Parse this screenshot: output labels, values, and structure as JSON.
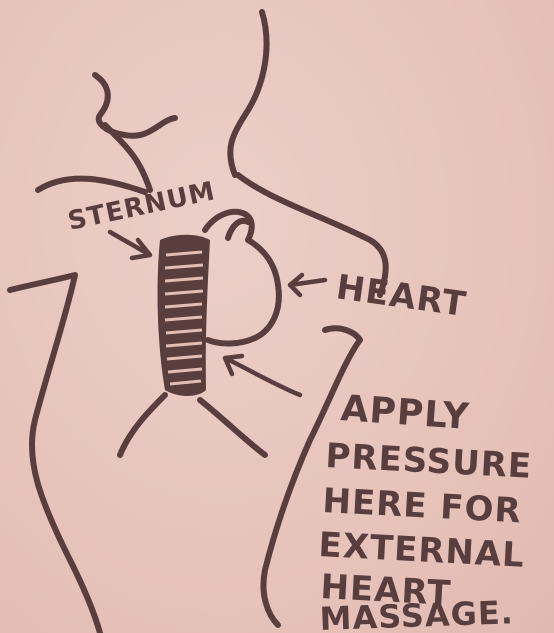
{
  "colors": {
    "paper": "#e8c7c0",
    "ink": "#5a3e3e"
  },
  "labels": {
    "sternum": "STERNUM",
    "heart": "HEART",
    "instruction_lines": [
      "APPLY",
      "PRESSURE",
      "HERE FOR",
      "EXTERNAL",
      "HEART",
      "MASSAGE."
    ]
  }
}
